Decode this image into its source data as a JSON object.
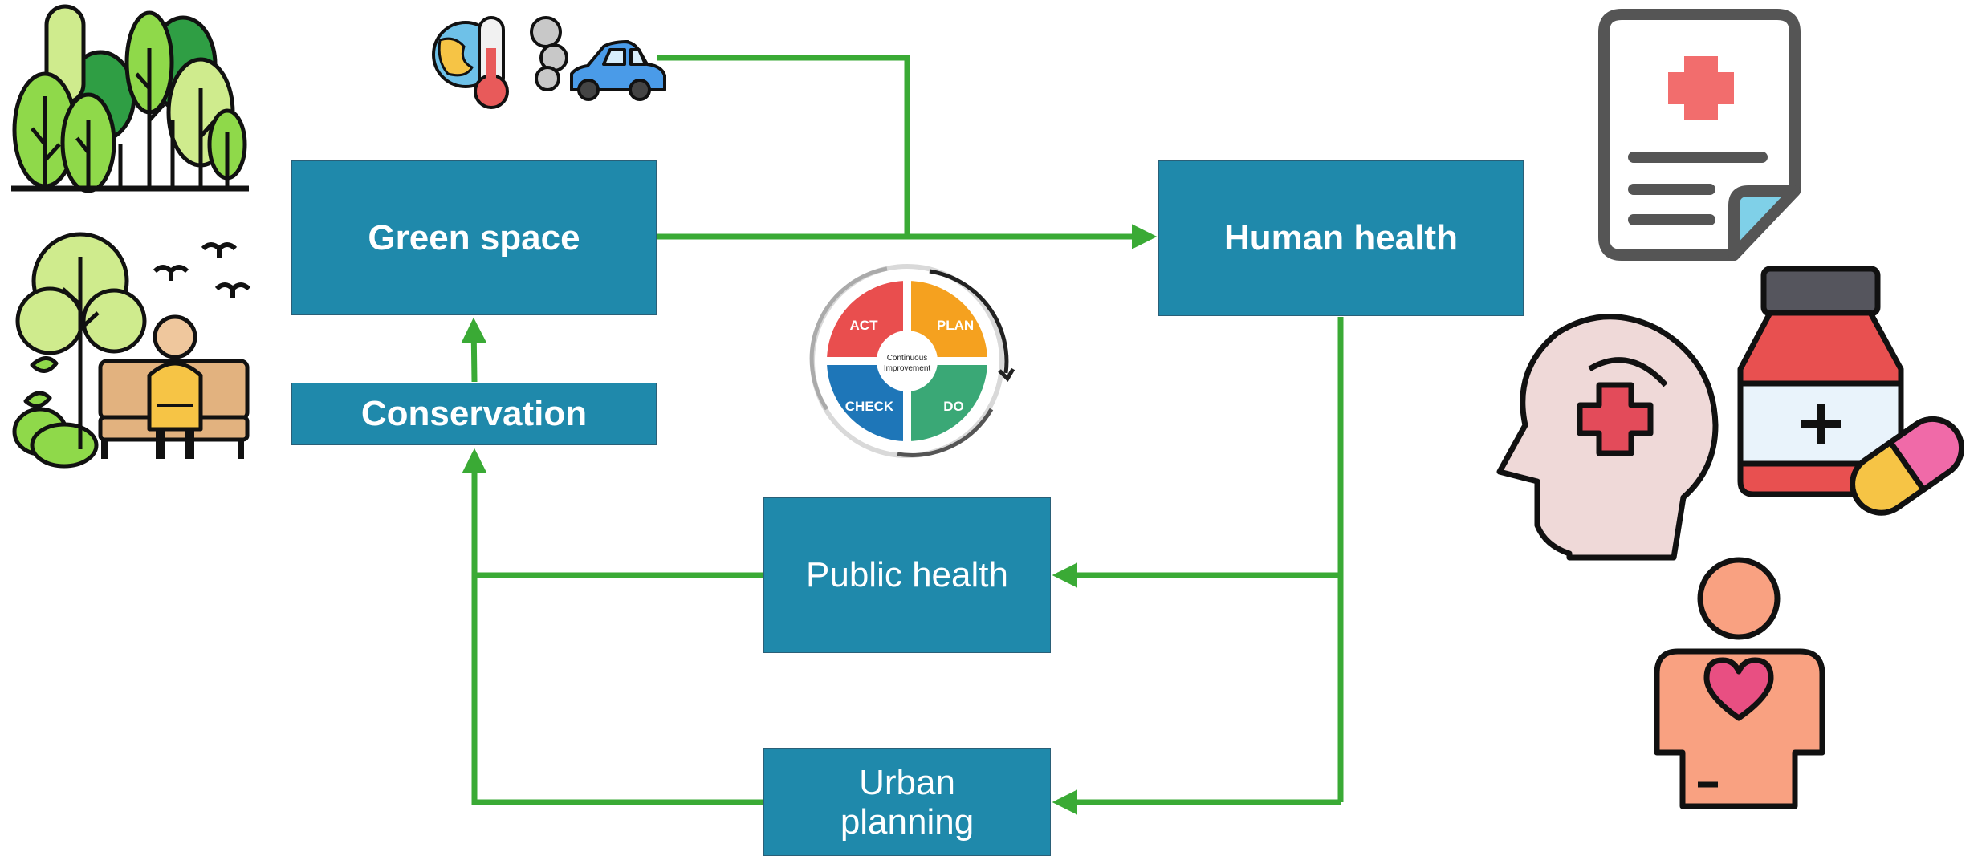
{
  "colors": {
    "box_fill": "#1f89ab",
    "box_border": "#2a5f77",
    "arrow": "#3aaa35",
    "pdca_act": "#e94e4e",
    "pdca_plan": "#f5a11f",
    "pdca_do": "#3aa876",
    "pdca_check": "#1e76b8"
  },
  "nodes": {
    "green_space": "Green space",
    "human_health": "Human health",
    "conservation": "Conservation",
    "public_health": "Public health",
    "urban_planning": "Urban planning"
  },
  "pdca": {
    "act": "ACT",
    "plan": "PLAN",
    "check": "CHECK",
    "do": "DO",
    "center_line1": "Continuous",
    "center_line2": "Improvement"
  },
  "icons": [
    "forest-icon",
    "park-bench-person-icon",
    "climate-thermometer-icon",
    "car-pollution-icon",
    "medical-report-icon",
    "mental-health-icon",
    "medicine-bottle-pill-icon",
    "heart-body-icon"
  ]
}
